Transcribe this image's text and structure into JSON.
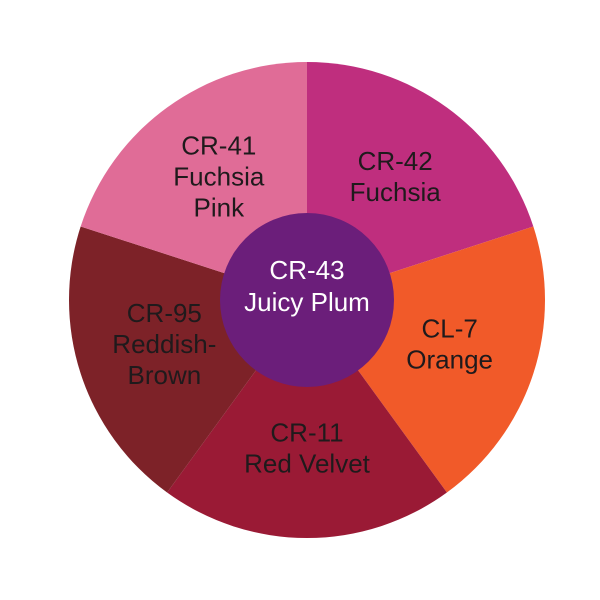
{
  "wheel": {
    "segments": [
      {
        "code": "CR-42",
        "name_lines": [
          "Fuchsia"
        ],
        "color": "#bf2e7e"
      },
      {
        "code": "CL-7",
        "name_lines": [
          "Orange"
        ],
        "color": "#f15a29"
      },
      {
        "code": "CR-11",
        "name_lines": [
          "Red Velvet"
        ],
        "color": "#9a1a35"
      },
      {
        "code": "CR-95",
        "name_lines": [
          "Reddish-",
          "Brown"
        ],
        "color": "#7d2228"
      },
      {
        "code": "CR-41",
        "name_lines": [
          "Fuchsia",
          "Pink"
        ],
        "color": "#e06c97"
      }
    ],
    "center": {
      "code": "CR-43",
      "name": "Juicy Plum",
      "color": "#6b1e7a"
    }
  }
}
